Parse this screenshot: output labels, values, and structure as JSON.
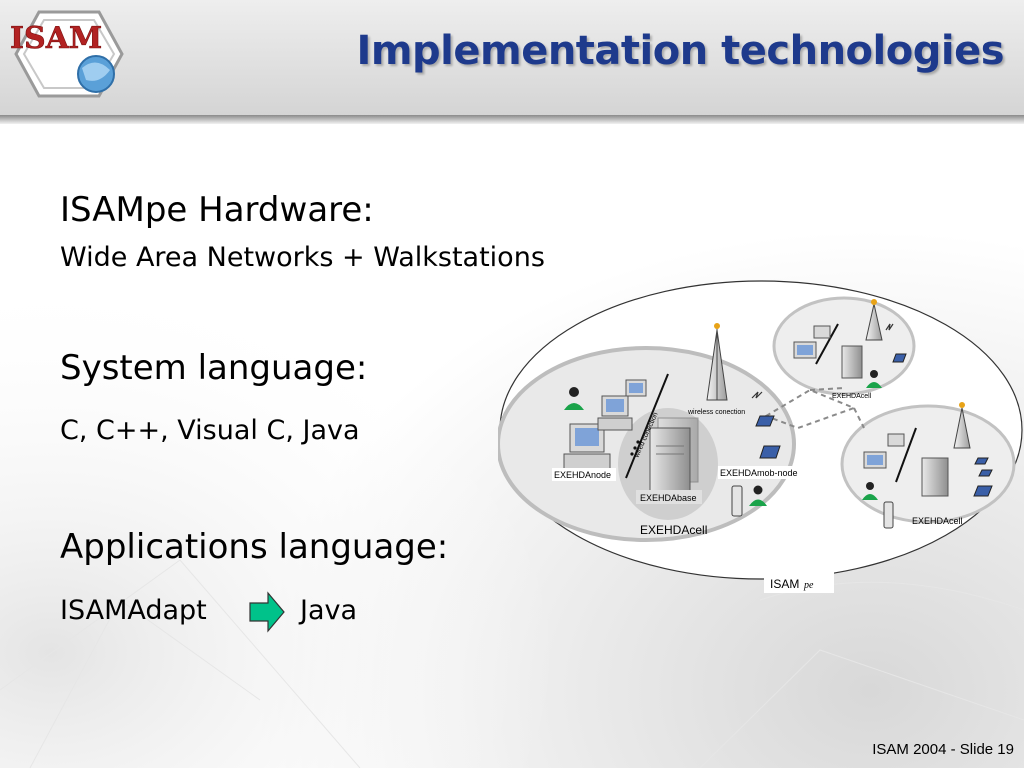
{
  "slide": {
    "title": "Implementation technologies",
    "logo_text": "ISAM",
    "footer": "ISAM 2004 - Slide 19"
  },
  "sections": [
    {
      "heading": "ISAMpe Hardware:",
      "detail": "Wide Area Networks + Walkstations"
    },
    {
      "heading": "System language:",
      "detail": "C, C++, Visual C, Java"
    },
    {
      "heading": "Applications language:",
      "detail_left": "ISAMAdapt",
      "detail_right": "Java"
    }
  ],
  "diagram": {
    "labels": {
      "node": "EXEHDAnode",
      "base": "EXEHDAbase",
      "mob_node": "EXEHDAmob-node",
      "cell_main": "EXEHDAcell",
      "cell_top": "EXEHDAcell",
      "cell_right": "EXEHDAcell",
      "wireless": "wireless conection",
      "wired": "wired conection",
      "isam": "ISAM",
      "isam_sub": "pe"
    }
  },
  "colors": {
    "title": "#1e3a8c",
    "logo_red": "#b22222",
    "arrow_fill": "#00c28a",
    "person_green": "#1aa34a"
  }
}
